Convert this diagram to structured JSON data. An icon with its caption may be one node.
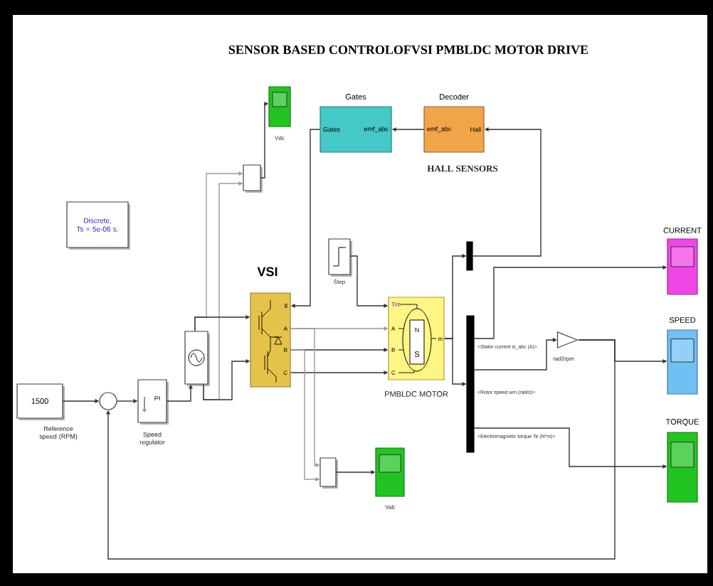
{
  "diagram": {
    "title": "SENSOR BASED CONTROLOFVSI PMBLDC MOTOR DRIVE",
    "nodes": [
      {
        "text": [],
        "shape": "box",
        "beside": [
          "Vdc"
        ]
      },
      {
        "text": [
          "Gates",
          "Gates",
          "emf_abc"
        ]
      },
      {
        "text": [
          "Decoder",
          "emf_abc",
          "Hall"
        ],
        "beside": [
          "HALL SENSORS"
        ]
      },
      {
        "text": [],
        "shape": "box"
      },
      {
        "text": [
          "Discrete, Ts = 5e-06 s."
        ]
      },
      {
        "text": [
          "CURRENT"
        ]
      },
      {
        "text": [],
        "shape": "box",
        "beside": [
          "Step"
        ]
      },
      {
        "text": [],
        "shape": "bar"
      },
      {
        "text": [
          "VSI",
          "g",
          "A",
          "B",
          "C"
        ]
      },
      {
        "text": [
          "Tm",
          "A",
          "B",
          "C",
          "m",
          "N",
          "S"
        ],
        "beside": [
          "PMBLDC MOTOR"
        ]
      },
      {
        "text": [],
        "shape": "bar"
      },
      {
        "text": [],
        "shape": "triangle",
        "beside": [
          "rad2rpm"
        ]
      },
      {
        "text": [
          "SPEED"
        ]
      },
      {
        "text": [],
        "shape": "box"
      },
      {
        "text": [
          "1500"
        ],
        "beside": [
          "Reference speed (RPM)"
        ]
      },
      {
        "text": [],
        "shape": "circle"
      },
      {
        "text": [
          "PI"
        ],
        "beside": [
          "Speed regulator"
        ]
      },
      {
        "text": [
          "TORQUE"
        ]
      },
      {
        "text": [],
        "shape": "box"
      },
      {
        "text": [],
        "shape": "box",
        "beside": [
          "Vab"
        ]
      }
    ],
    "edges": [
      {
        "from": 3,
        "to": 0,
        "arrow": "to"
      },
      {
        "from": 13,
        "to": 3,
        "arrow": "to",
        "color": "#9a9a9a"
      },
      {
        "from": 13,
        "to": 3,
        "arrow": "to",
        "color": "#9a9a9a"
      },
      {
        "from": 2,
        "to": 1,
        "arrow": "to"
      },
      {
        "from": 1,
        "to": 8,
        "arrow": "to"
      },
      {
        "from": 7,
        "to": 2,
        "arrow": "to"
      },
      {
        "from": 13,
        "to": 8,
        "arrow": "to"
      },
      {
        "from": 13,
        "to": 8,
        "arrow": "to"
      },
      {
        "from": 6,
        "to": 9,
        "arrow": "to"
      },
      {
        "from": 8,
        "to": 9,
        "arrow": "to",
        "color": "#9a9a9a"
      },
      {
        "from": 8,
        "to": 9,
        "arrow": "to"
      },
      {
        "from": 8,
        "to": 9,
        "arrow": "to"
      },
      {
        "from": 9,
        "to": 7,
        "arrow": "to"
      },
      {
        "from": 9,
        "to": 10,
        "arrow": "to"
      },
      {
        "from": 10,
        "to": 5,
        "arrow": "to",
        "label": "<Stator current is_abc (A)>"
      },
      {
        "from": 10,
        "to": 11,
        "arrow": "to",
        "label": "<Rotor speed wm (rad/s)>"
      },
      {
        "from": 10,
        "to": 17,
        "arrow": "to",
        "label": "<Electromagnetic torque Te (N*m)>"
      },
      {
        "from": 11,
        "to": 12,
        "arrow": "to"
      },
      {
        "from": 11,
        "to": 15,
        "arrow": "to"
      },
      {
        "from": 14,
        "to": 15,
        "arrow": "to"
      },
      {
        "from": 15,
        "to": 16,
        "arrow": "to"
      },
      {
        "from": 16,
        "to": 13,
        "arrow": "to"
      },
      {
        "from": 8,
        "to": 18,
        "arrow": "to",
        "color": "#9a9a9a"
      },
      {
        "from": 8,
        "to": 18,
        "arrow": "to",
        "color": "#9a9a9a"
      },
      {
        "from": 18,
        "to": 19,
        "arrow": "to"
      }
    ]
  }
}
